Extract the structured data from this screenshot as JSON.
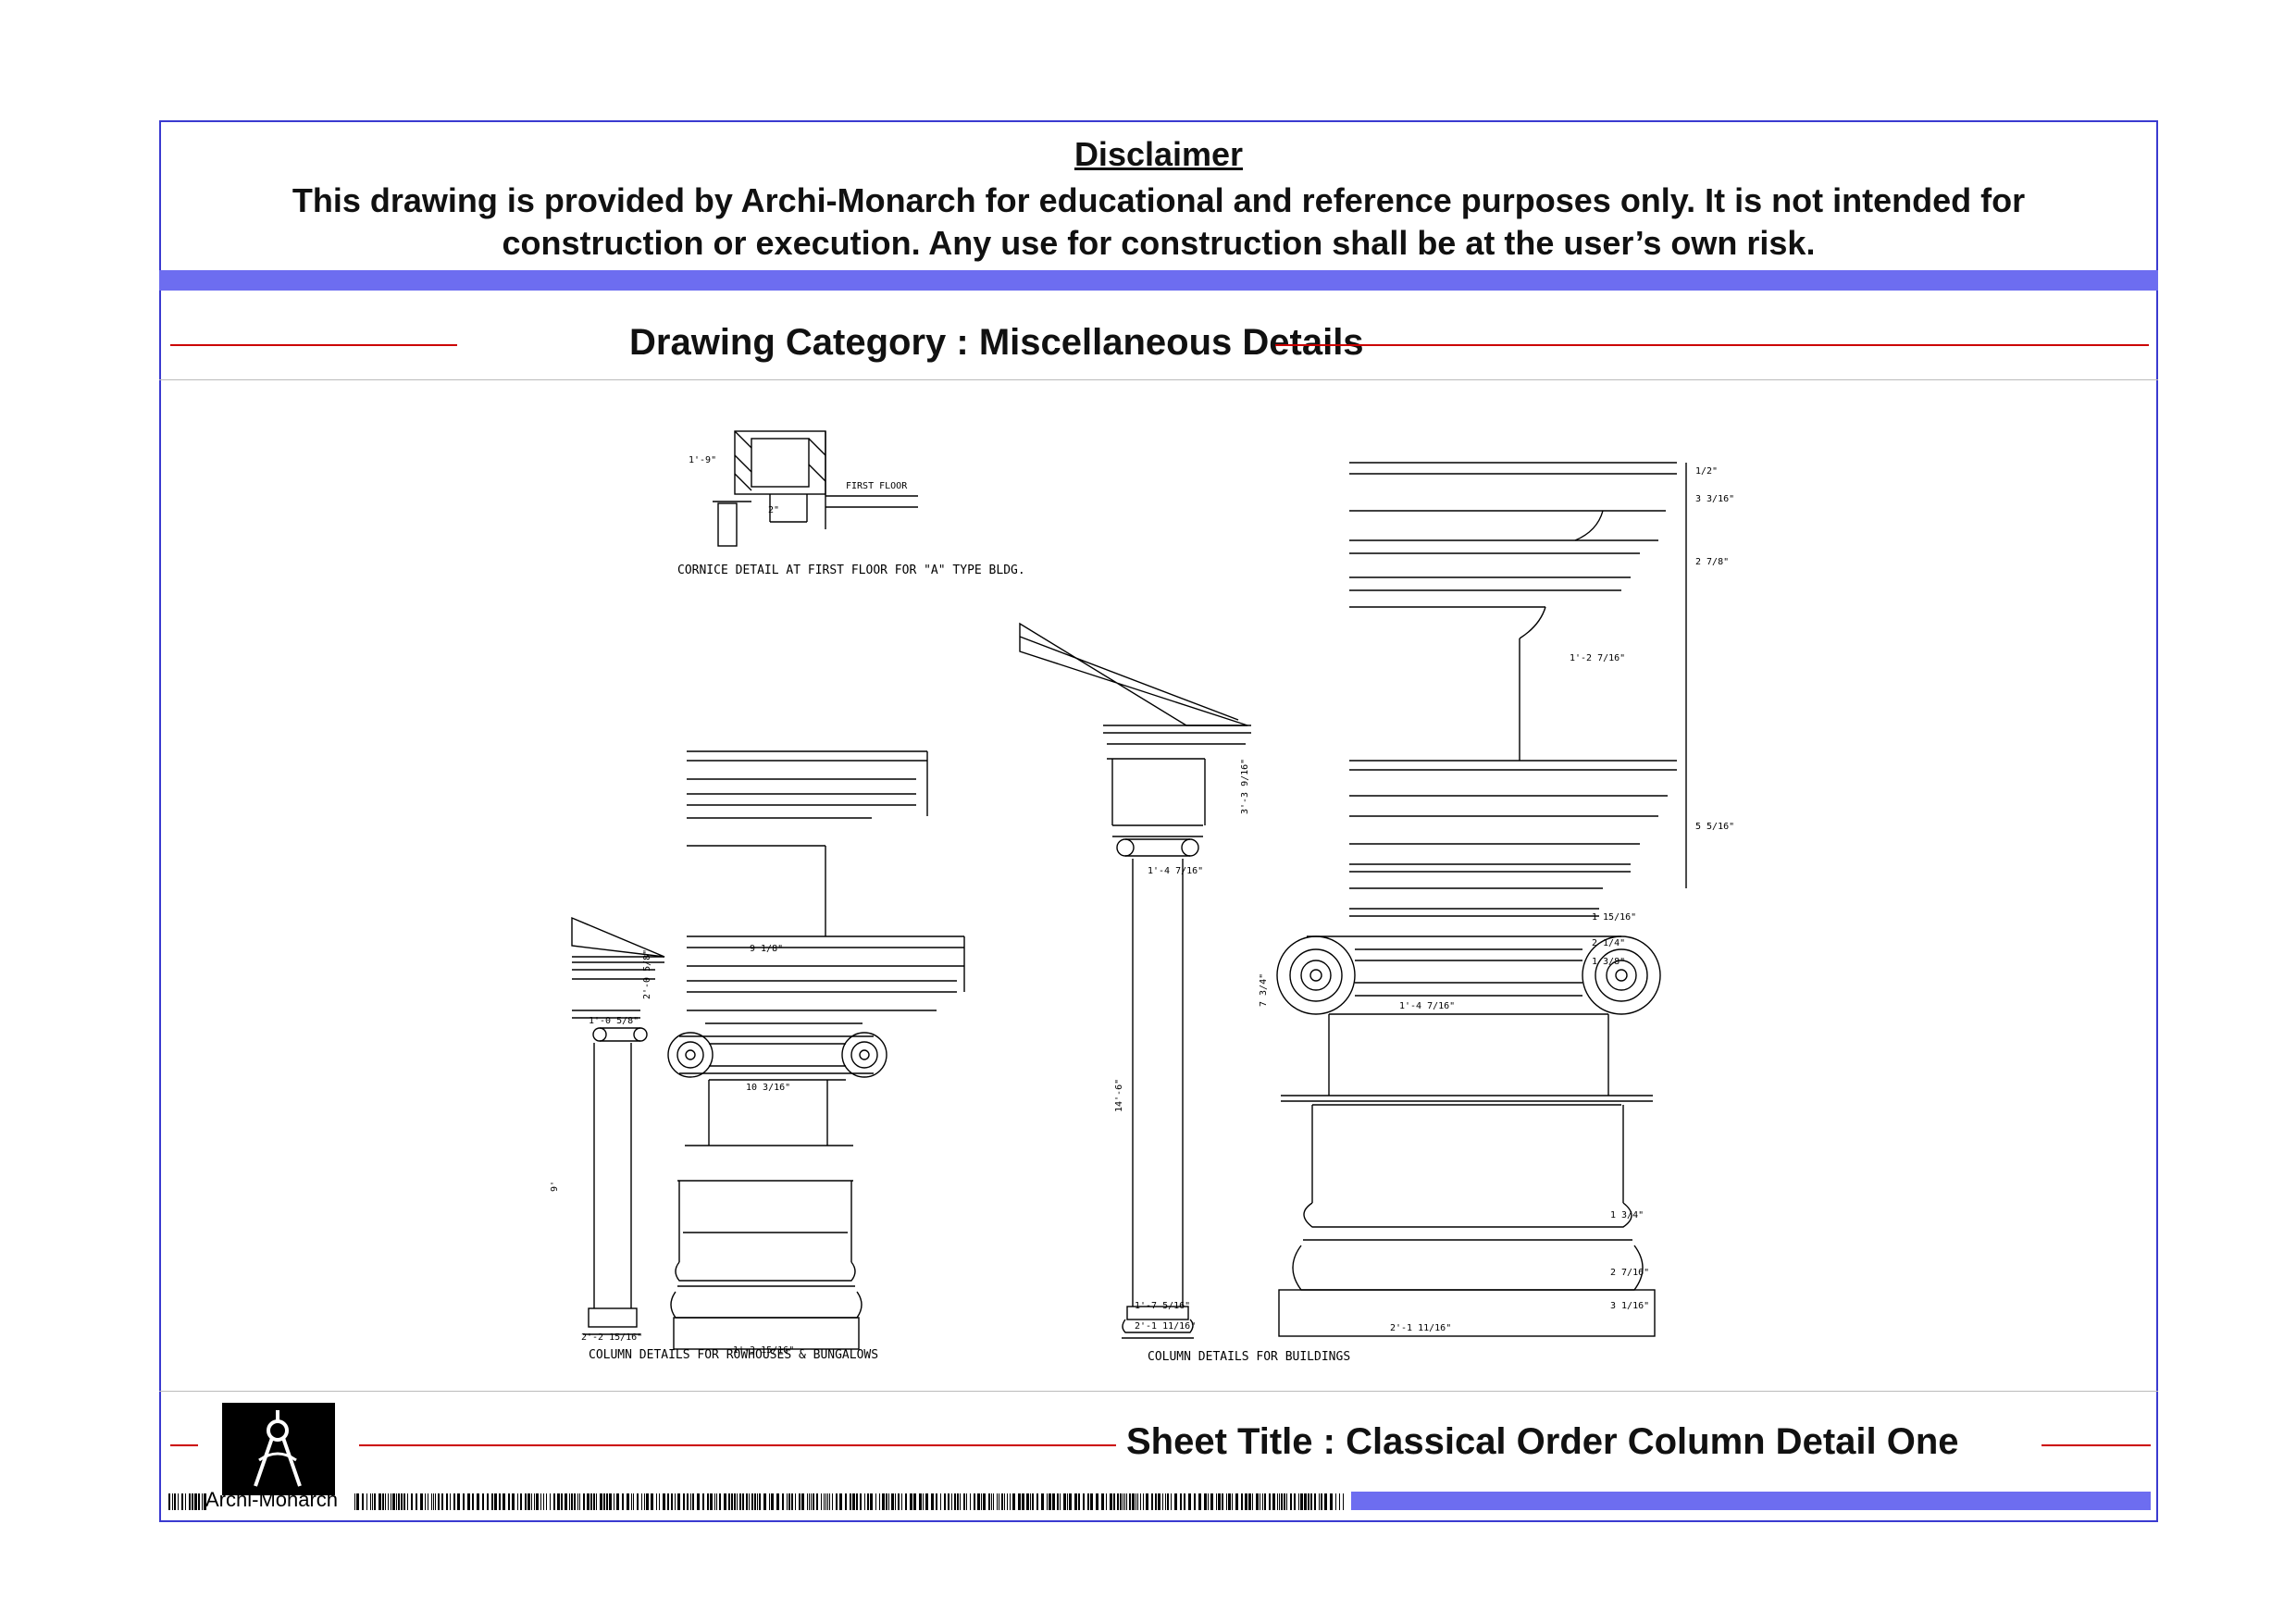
{
  "disclaimer": {
    "title": "Disclaimer",
    "line1": "This drawing is provided by Archi-Monarch for educational and reference purposes only. It is not intended for",
    "line2": "construction or execution. Any use for construction shall be at the user’s own risk."
  },
  "category": {
    "label": "Drawing Category : Miscellaneous Details"
  },
  "drawing": {
    "cornice_caption": "CORNICE DETAIL AT FIRST FLOOR FOR \"A\" TYPE BLDG.",
    "first_floor_label": "FIRST FLOOR",
    "rowhouse_caption": "COLUMN DETAILS FOR ROWHOUSES & BUNGALOWS",
    "buildings_caption": "COLUMN DETAILS FOR BUILDINGS",
    "dims": {
      "d1": "1'-9\"",
      "d2": "2\"",
      "d3": "1'-3 15/16\"",
      "d4": "10 3/16\"",
      "d5": "1'-0 5/8\"",
      "d6": "2'-0 5/8\"",
      "d7": "9 1/8\"",
      "d8": "1'-4 7/16\"",
      "d9": "14'-6\"",
      "d10": "1'-7 5/16\"",
      "d11": "2'-1 11/16\"",
      "d12": "3'-3 9/16\"",
      "d13": "1'-4 7/16\"",
      "d14": "2'-1 11/16\"",
      "d15": "7 3/4\"",
      "d16": "1 15/16\"",
      "d17": "2 1/4\"",
      "d18": "1 3/8\"",
      "d19": "1/2\"",
      "d20": "3 3/16\"",
      "d21": "2 7/8\"",
      "d22": "1 3/4\"",
      "d23": "2 7/16\"",
      "d24": "3 1/16\"",
      "d25": "9'",
      "d26": "2'-2 15/16\"",
      "d27": "1'-2 7/16\"",
      "d28": "5 5/16\""
    }
  },
  "footer": {
    "logo_text": "Archi-Monarch",
    "sheet_title": "Sheet Title : Classical Order Column Detail One"
  },
  "colors": {
    "accent_blue": "#6d6df0",
    "frame_blue": "#3a3ad0",
    "rule_red": "#cc0000"
  }
}
